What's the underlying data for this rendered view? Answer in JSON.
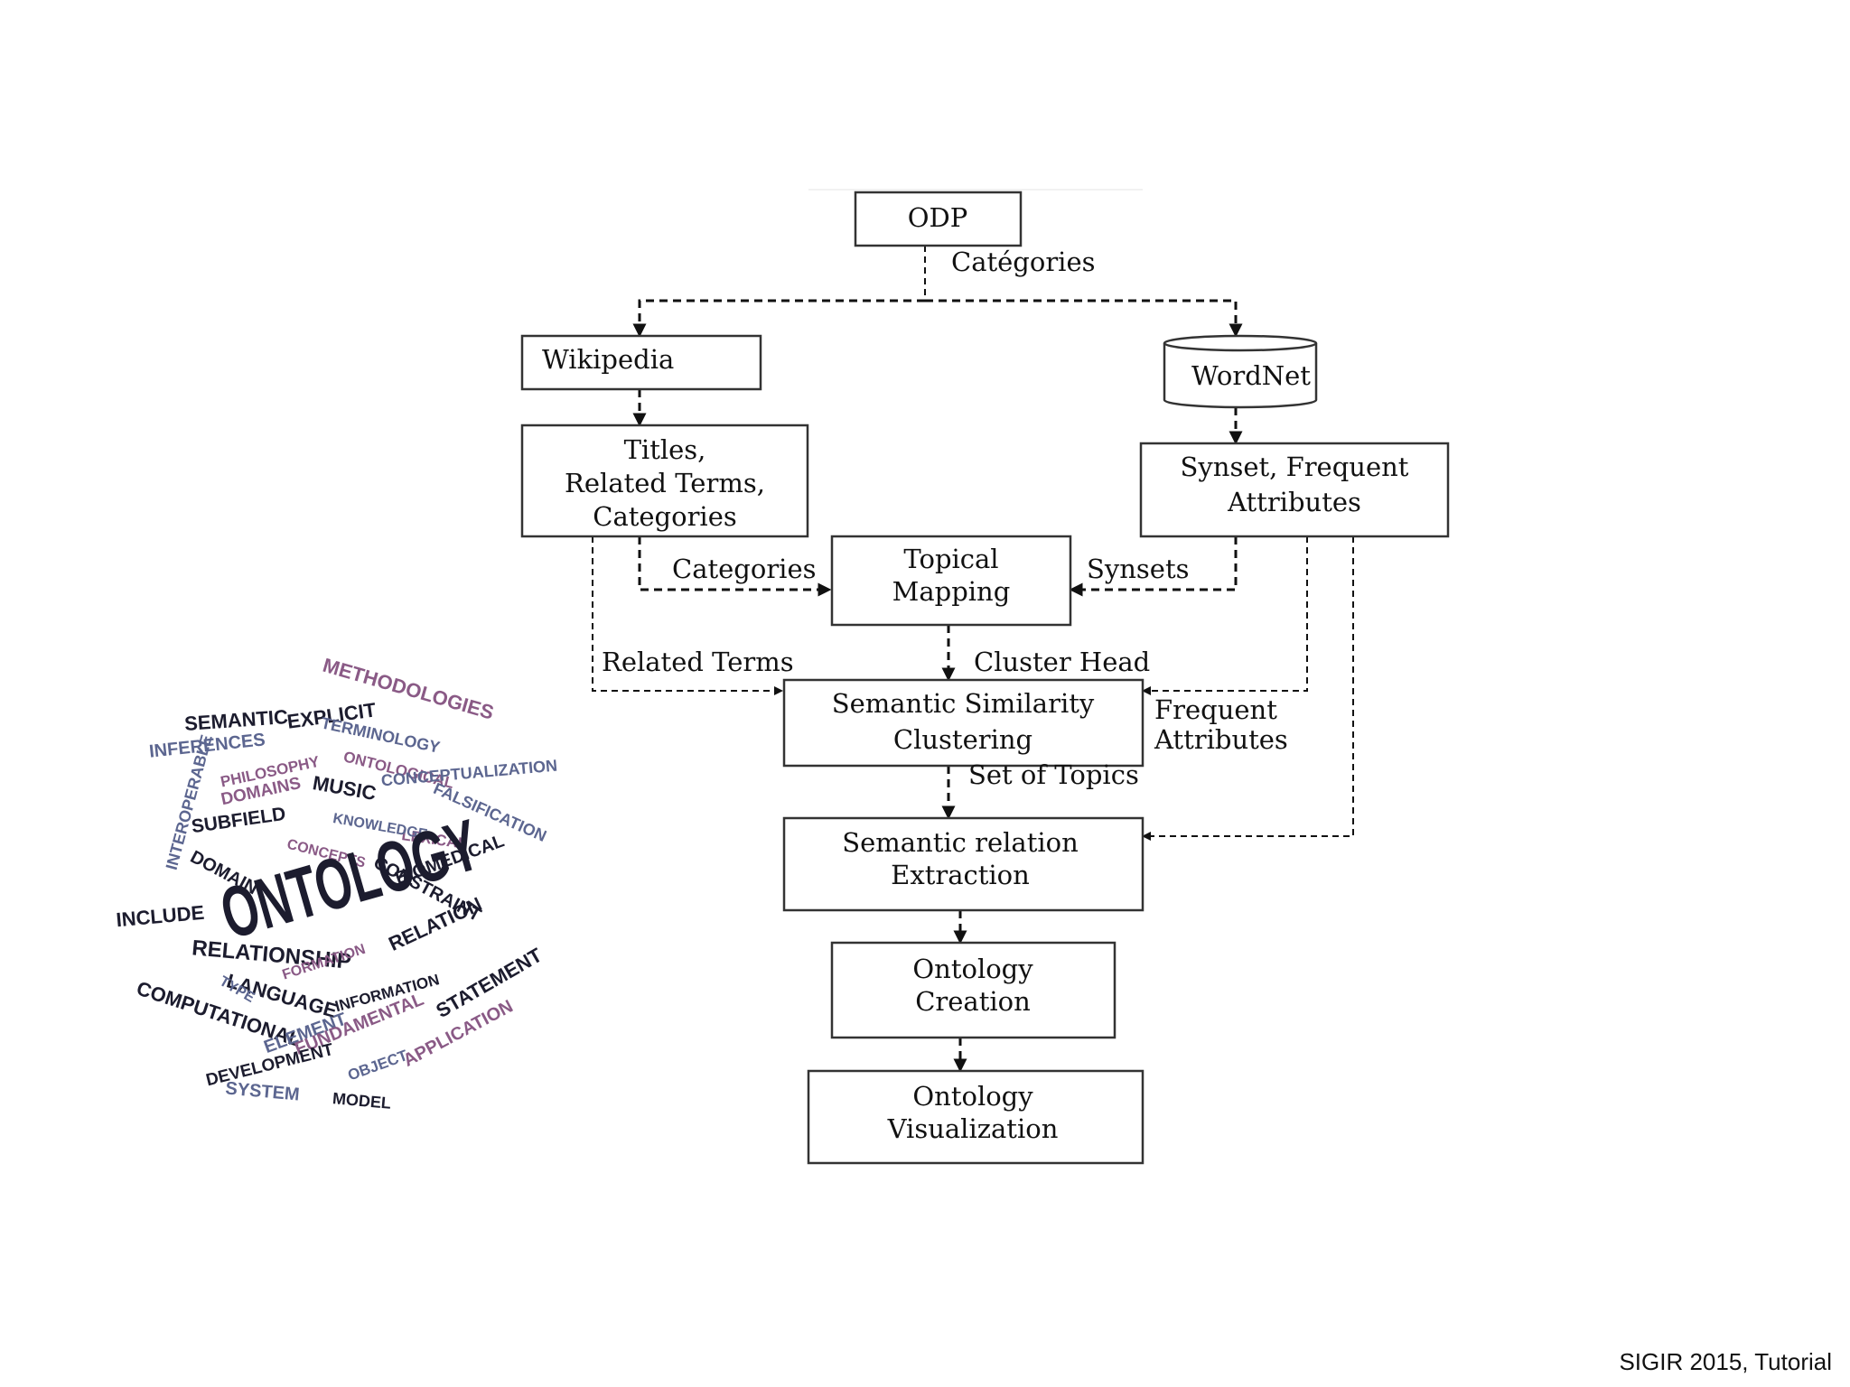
{
  "footer": "SIGIR 2015, Tutorial",
  "nodes": {
    "odp": "ODP",
    "wikipedia": "Wikipedia",
    "wordnet": "WordNet",
    "titles": [
      "Titles,",
      "Related Terms,",
      "Categories"
    ],
    "synset": [
      "Synset, Frequent",
      "Attributes"
    ],
    "topical": [
      "Topical",
      "Mapping"
    ],
    "semsim": [
      "Semantic Similarity",
      "Clustering"
    ],
    "semrel": [
      "Semantic relation",
      "Extraction"
    ],
    "creation": [
      "Ontology",
      "Creation"
    ],
    "visualization": [
      "Ontology",
      "Visualization"
    ]
  },
  "edges": {
    "categories_top": "Catégories",
    "categories_mid": "Categories",
    "synsets": "Synsets",
    "related_terms": "Related Terms",
    "cluster_head": "Cluster Head",
    "frequent": [
      "Frequent",
      "Attributes"
    ],
    "set_of_topics": "Set of Topics"
  },
  "word_cloud": {
    "main": "ONTOLOGY",
    "colors": {
      "dark": "#1c1c2e",
      "purple": "#8a5a86",
      "slate": "#5c6690"
    },
    "words": [
      "METHODOLOGIES",
      "SEMANTIC",
      "EXPLICIT",
      "INFERENCES",
      "PHILOSOPHY",
      "TERMINOLOGY",
      "ONTOLOGICAL",
      "CONCEPTUALIZATION",
      "DOMAINS",
      "MUSIC",
      "SUBFIELD",
      "FALSIFICATION",
      "BIOMEDICAL",
      "INTEROPERABLE",
      "LEXICAL",
      "DOMAIN",
      "INCLUDE",
      "CONSTRAINT",
      "RELATION",
      "RELATIONSHIP",
      "LANGUAGE",
      "COMPUTATIONAL",
      "STATEMENT",
      "ELEMENT",
      "FUNDAMENTAL",
      "APPLICATION",
      "DEVELOPMENT",
      "SYSTEM",
      "MODEL",
      "FORMATION",
      "OBJECT",
      "INFORMATION",
      "TYPE",
      "CONCEPTS",
      "KNOWLEDGE"
    ]
  }
}
